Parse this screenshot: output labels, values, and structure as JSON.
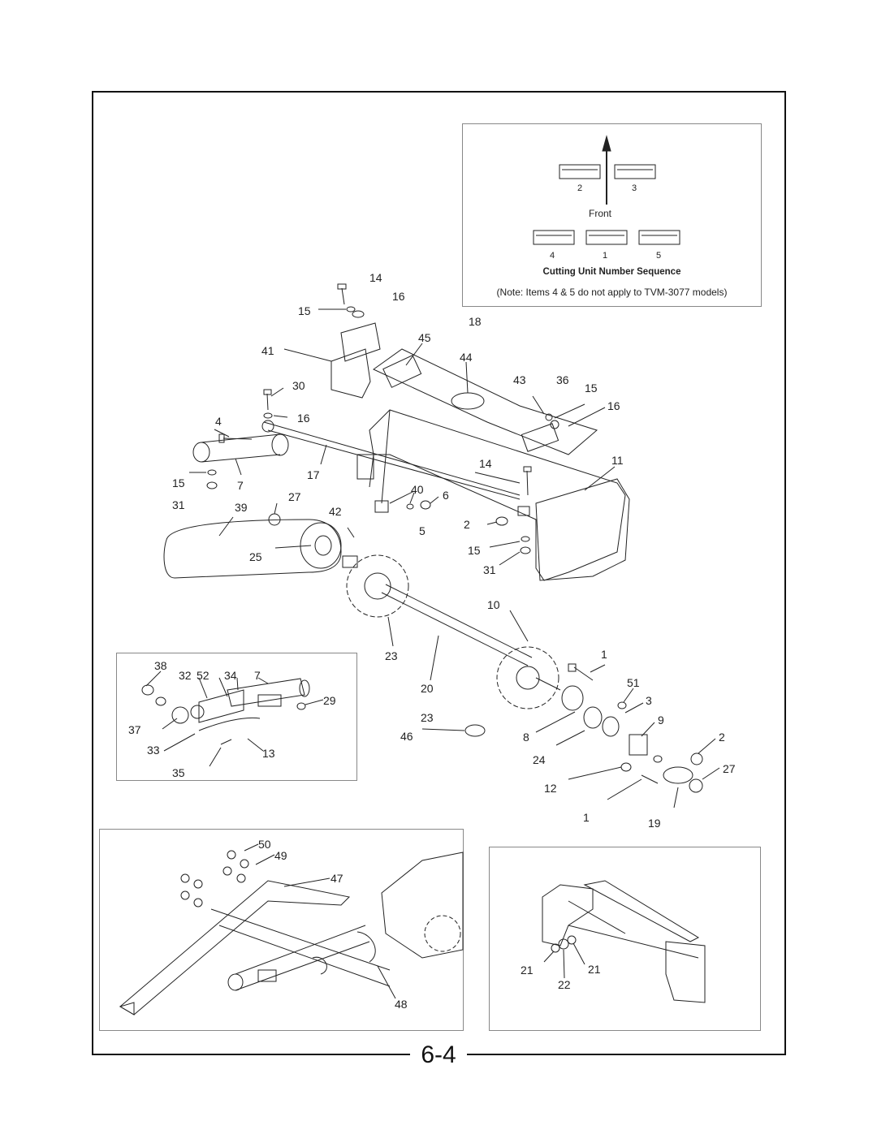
{
  "page_number": "6-4",
  "sequence_box": {
    "title": "Cutting Unit Number Sequence",
    "note": "(Note: Items 4 & 5 do not apply to TVM-3077 models)",
    "front_label": "Front",
    "units": [
      "2",
      "3",
      "4",
      "1",
      "5"
    ]
  },
  "callouts": [
    "14",
    "16",
    "15",
    "41",
    "45",
    "18",
    "44",
    "43",
    "36",
    "15",
    "16",
    "30",
    "4",
    "16",
    "11",
    "17",
    "14",
    "15",
    "7",
    "27",
    "40",
    "6",
    "31",
    "39",
    "42",
    "2",
    "5",
    "25",
    "15",
    "31",
    "10",
    "38",
    "32",
    "52",
    "34",
    "7",
    "23",
    "1",
    "29",
    "51",
    "20",
    "3",
    "37",
    "23",
    "9",
    "46",
    "8",
    "2",
    "33",
    "13",
    "24",
    "27",
    "35",
    "12",
    "1",
    "19",
    "50",
    "49",
    "47",
    "48",
    "21",
    "21",
    "22"
  ],
  "colors": {
    "line": "#222222",
    "frame": "#111111",
    "box_border": "#888888"
  }
}
